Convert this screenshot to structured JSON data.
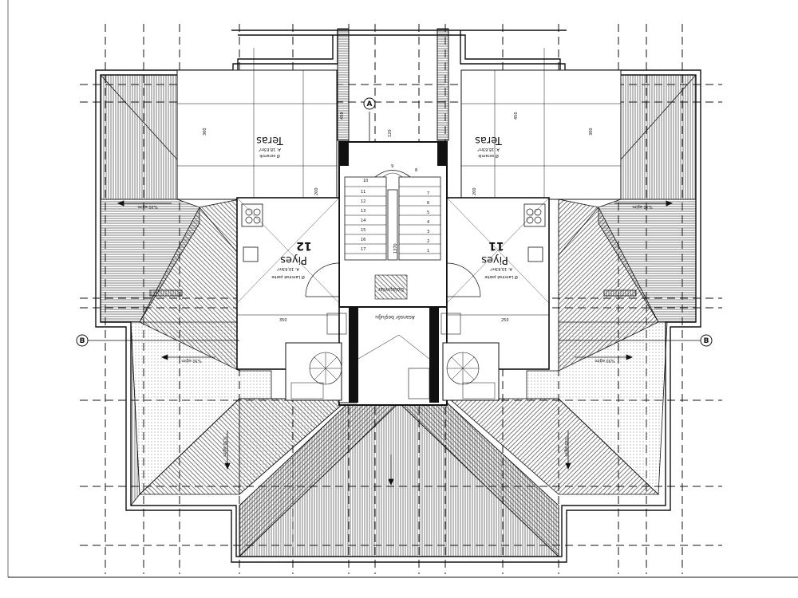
{
  "axis_labels": {
    "left": "B",
    "right": "B",
    "top": "A"
  },
  "rooms": {
    "terrace_left": {
      "name": "Teras",
      "area": "A: 18,63m²",
      "floor": "Ø seramik"
    },
    "terrace_right": {
      "name": "Teras",
      "area": "A: 18,63m²",
      "floor": "Ø seramik"
    },
    "flat_left": {
      "number": "12",
      "name": "Piyes",
      "area": "A: 10,63m²",
      "floor": "Ø Laminat parke"
    },
    "flat_right": {
      "number": "11",
      "name": "Piyes",
      "area": "A: 10,63m²",
      "floor": "Ø Laminat parke"
    },
    "core_top": {
      "name": "Dolaşımlar"
    },
    "core_bottom": {
      "name": "Asansör boşluğu"
    }
  },
  "roof_slopes": {
    "left": "%30 eğim",
    "right": "%30 eğim",
    "lower_left": "%30 eğim",
    "lower_right": "%30 eğim",
    "lower_mid_left": "%30 eğim",
    "lower_mid_right": "%30 eğim"
  },
  "stair_steps": [
    "1",
    "2",
    "3",
    "4",
    "5",
    "6",
    "7",
    "8",
    "9",
    "10",
    "11",
    "12",
    "13",
    "14",
    "15",
    "16",
    "17"
  ],
  "dimensions": [
    "300",
    "450",
    "350",
    "250",
    "120",
    "200",
    "1370"
  ],
  "colors": {
    "line": "#111111",
    "hatch": "#222222",
    "background": "#ffffff"
  }
}
